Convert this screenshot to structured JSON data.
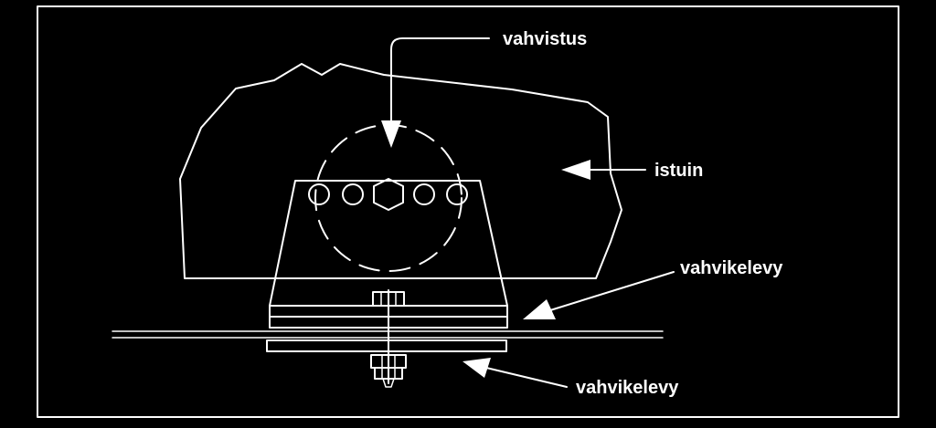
{
  "labels": {
    "reinforcement": "vahvistus",
    "seat": "istuin",
    "plate_upper": "vahvikelevy",
    "plate_lower": "vahvikelevy"
  },
  "colors": {
    "background": "#000000",
    "lines": "#ffffff"
  }
}
